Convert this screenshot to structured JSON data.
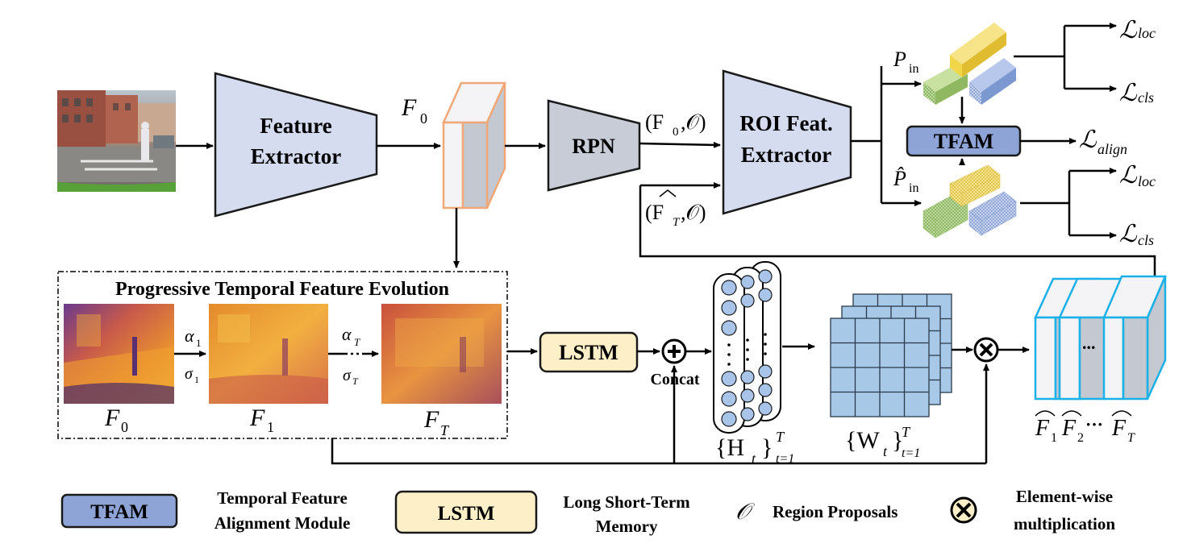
{
  "blocks": {
    "feature_extractor": [
      "Feature",
      "Extractor"
    ],
    "rpn": "RPN",
    "roi": [
      "ROI Feat.",
      "Extractor"
    ],
    "tfam": "TFAM",
    "lstm": "LSTM"
  },
  "symbols": {
    "f0": "F",
    "f0_sub": "0",
    "rpn_out": "(F",
    "rpn_out_sub": "0",
    "rpn_out_tail": ",𝒪)",
    "ft_in": "(F",
    "ft_in_sub": "T",
    "ft_in_tail": ",𝒪)",
    "p_in": "P",
    "p_in_sub": "in",
    "phat_in": "P̂",
    "phat_in_sub": "in",
    "loss_loc": "ℒ",
    "loss_loc_sub": "loc",
    "loss_cls": "ℒ",
    "loss_cls_sub": "cls",
    "loss_align": "ℒ",
    "loss_align_sub": "align"
  },
  "ptfe": {
    "title": "Progressive Temporal Feature Evolution",
    "alpha1": "α",
    "alpha1_sub": "1",
    "sigma1": "σ",
    "sigma1_sub": "1",
    "alphaT": "α",
    "alphaT_sub": "T",
    "sigmaT": "σ",
    "sigmaT_sub": "T",
    "f0": "F",
    "f0_sub": "0",
    "f1": "F",
    "f1_sub": "1",
    "fT": "F",
    "fT_sub": "T"
  },
  "concat_label": "Concat",
  "h_label": "{H",
  "h_sub": "t",
  "h_tail": "}",
  "h_sup": "T",
  "h_sub2": "t=1",
  "w_label": "{W",
  "w_sub": "t",
  "w_tail": "}",
  "w_sup": "T",
  "w_sub2": "t=1",
  "output_labels": {
    "f1": "F",
    "f1_sub": "1",
    "f2": "F",
    "f2_sub": "2",
    "dots": "···",
    "fT": "F",
    "fT_sub": "T",
    "stack_dots": "..."
  },
  "legend": {
    "tfam_box": "TFAM",
    "tfam_desc": [
      "Temporal Feature",
      "Alignment Module"
    ],
    "lstm_box": "LSTM",
    "lstm_desc": [
      "Long Short-Term",
      "Memory"
    ],
    "region_symbol": "𝒪",
    "region_desc": "Region Proposals",
    "mult_desc": [
      "Element-wise",
      "multiplication"
    ]
  },
  "colors": {
    "block_fill": "#d6dcf0",
    "block_stroke": "#1a1a1a",
    "rpn_fill": "#c7ccd6",
    "tfam_fill": "#8fa4d6",
    "lstm_fill": "#fdf0c8",
    "f0_stroke": "#f0a878",
    "output_stroke": "#1ab0e8",
    "grid_fill": "#a8c8e8",
    "neuron_fill": "#a8c4e8",
    "yellow": "#f2d64a",
    "green": "#a4c878",
    "blue": "#8ca8dc"
  }
}
